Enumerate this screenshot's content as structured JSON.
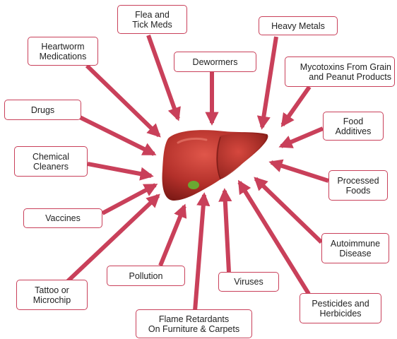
{
  "colors": {
    "arrow": "#c9405a",
    "box_border": "#c9405a",
    "liver": "#b3302a",
    "gallbladder": "#6aa832"
  },
  "center": {
    "icon": "liver-icon"
  },
  "labels": {
    "flea_tick": "Flea and\nTick Meds",
    "heavy_metals": "Heavy Metals",
    "heartworm": "Heartworm\nMedications",
    "dewormers": "Dewormers",
    "mycotoxins": "Mycotoxins From Grain\nand Peanut Products",
    "drugs": "Drugs",
    "food_additives": "Food\nAdditives",
    "chemical_cleaners": "Chemical\nCleaners",
    "processed_foods": "Processed\nFoods",
    "vaccines": "Vaccines",
    "autoimmune": "Autoimmune\nDisease",
    "pollution": "Pollution",
    "viruses": "Viruses",
    "tattoo": "Tattoo or\nMicrochip",
    "pesticides": "Pesticides and\nHerbicides",
    "flame_retardants": "Flame Retardants\nOn Furniture & Carpets"
  }
}
